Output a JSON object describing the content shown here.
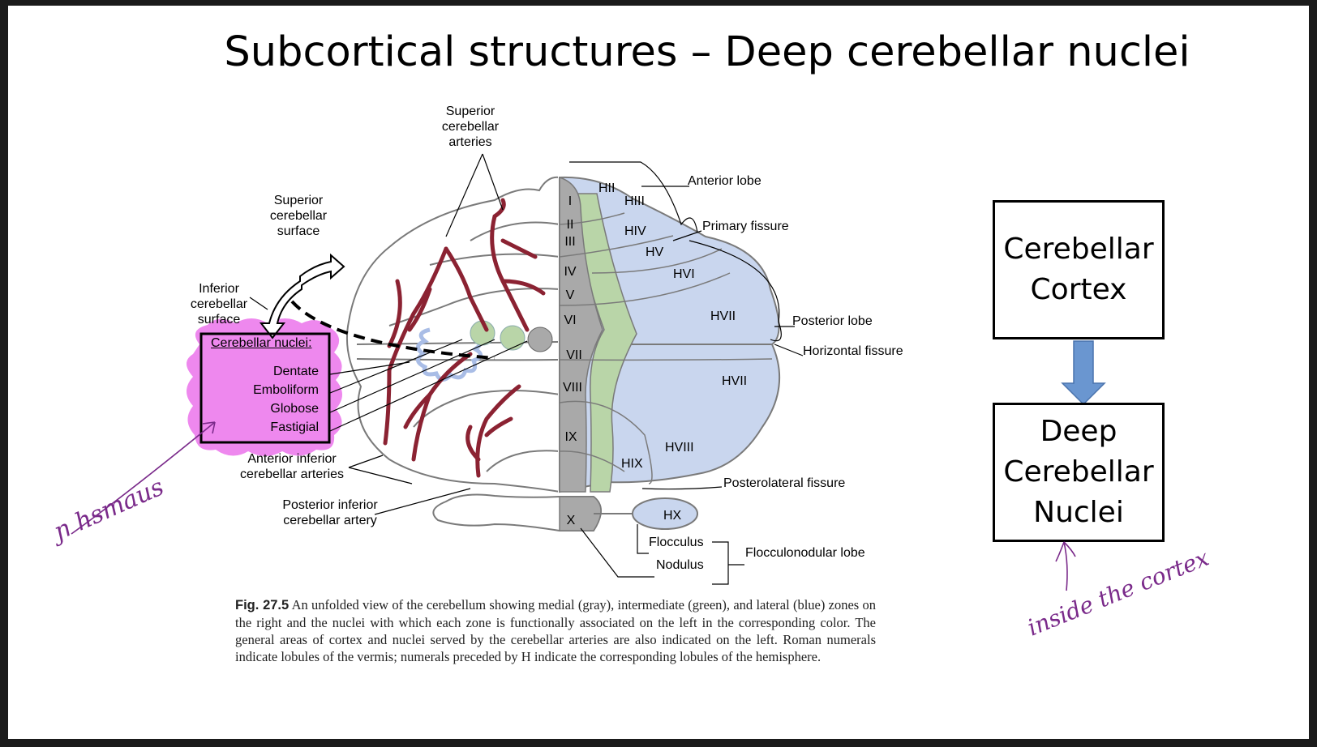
{
  "slide": {
    "title": "Subcortical structures – Deep cerebellar nuclei"
  },
  "diagram": {
    "labels": {
      "superior_cerebellar_arteries": [
        "Superior",
        "cerebellar",
        "arteries"
      ],
      "superior_cerebellar_surface": [
        "Superior",
        "cerebellar",
        "surface"
      ],
      "inferior_cerebellar_surface": [
        "Inferior",
        "cerebellar",
        "surface"
      ],
      "anterior_inferior_arteries": [
        "Anterior inferior",
        "cerebellar arteries"
      ],
      "posterior_inferior_artery": [
        "Posterior inferior",
        "cerebellar artery"
      ],
      "anterior_lobe": "Anterior lobe",
      "primary_fissure": "Primary fissure",
      "posterior_lobe": "Posterior lobe",
      "horizontal_fissure": "Horizontal fissure",
      "posterolateral_fissure": "Posterolateral fissure",
      "flocculus": "Flocculus",
      "nodulus": "Nodulus",
      "flocculonodular_lobe": "Flocculonodular lobe"
    },
    "nuclei_box": {
      "title": "Cerebellar nuclei:",
      "items": [
        "Dentate",
        "Emboliform",
        "Globose",
        "Fastigial"
      ]
    },
    "vermis_lobules": [
      "I",
      "II",
      "III",
      "IV",
      "V",
      "VI",
      "VII",
      "VIII",
      "IX",
      "X"
    ],
    "hemisphere_lobules": [
      "HII",
      "HIII",
      "HIV",
      "HV",
      "HVI",
      "HVII",
      "HVII",
      "HVIII",
      "HIX",
      "HX"
    ],
    "zone_colors": {
      "medial": "#a9a9a9",
      "intermediate": "#b9d5a8",
      "lateral": "#c9d6ee",
      "highlight": "#ee88ee",
      "artery": "#8b2232",
      "ink": "#7a2a8a"
    }
  },
  "caption": {
    "fig_label": "Fig. 27.5",
    "text": "An unfolded view of the cerebellum showing medial (gray), intermediate (green), and lateral (blue) zones on the right and the nuclei with which each zone is functionally associated on the left in the corresponding color. The general areas of cortex and nuclei served by the cerebellar arteries are also indicated on the left. Roman numerals indicate lobules of the vermis; numerals preceded by H indicate the corresponding lobules of the hemisphere."
  },
  "flowchart": {
    "top_box": [
      "Cerebellar",
      "Cortex"
    ],
    "bottom_box": [
      "Deep",
      "Cerebellar",
      "Nuclei"
    ]
  },
  "handwriting": {
    "left_note": "ɲ hsmaus",
    "right_note": "inside the cortex"
  }
}
